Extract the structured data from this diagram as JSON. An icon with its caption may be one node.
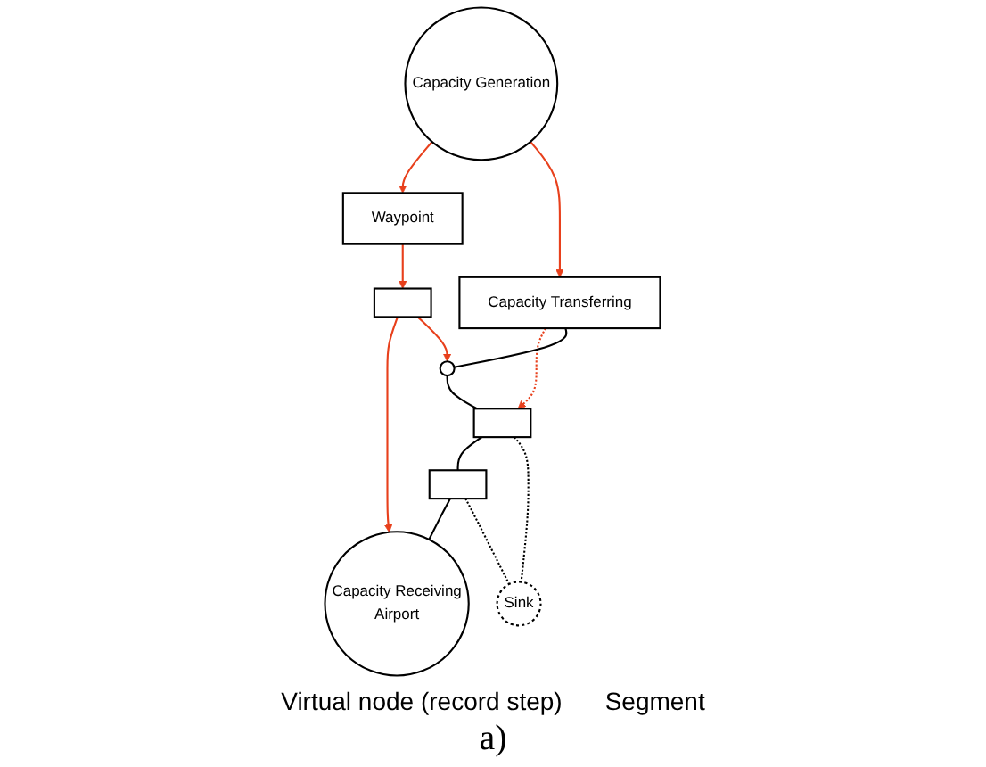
{
  "diagram": {
    "caption": "a)",
    "nodes": [
      {
        "text": [
          "Capacity Generation"
        ]
      },
      {
        "text": [
          "Waypoint"
        ]
      },
      {
        "text": [],
        "shape": "box"
      },
      {
        "text": [
          "Capacity Receiving",
          "Airport"
        ]
      },
      {
        "text": [],
        "shape": "circle"
      },
      {
        "text": [
          "Capacity Transferring"
        ]
      },
      {
        "text": [],
        "shape": "box"
      },
      {
        "text": [],
        "shape": "box"
      },
      {
        "text": [
          "Sink"
        ]
      }
    ],
    "edges": [
      {
        "from": 0,
        "to": 1,
        "arrow": "to"
      },
      {
        "from": 1,
        "to": 2,
        "arrow": "to"
      },
      {
        "from": 2,
        "to": 3,
        "arrow": "to"
      },
      {
        "from": 2,
        "to": 4,
        "arrow": "to"
      },
      {
        "from": 0,
        "to": 5,
        "arrow": "to"
      },
      {
        "from": 5,
        "to": 6,
        "arrow": "to",
        "style": "dashed"
      },
      {
        "from": 5,
        "to": 4,
        "arrow": "none",
        "color": "#000000"
      },
      {
        "from": 4,
        "to": 6,
        "arrow": "none",
        "color": "#000000"
      },
      {
        "from": 6,
        "to": 7,
        "arrow": "none",
        "color": "#000000"
      },
      {
        "from": 7,
        "to": 3,
        "arrow": "none",
        "color": "#000000"
      },
      {
        "from": 6,
        "to": 8,
        "arrow": "none",
        "style": "dashed",
        "color": "#000000"
      },
      {
        "from": 7,
        "to": 8,
        "arrow": "none",
        "style": "dashed",
        "color": "#000000"
      }
    ],
    "labels": [
      "Virtual node (record step)",
      "Segment"
    ]
  }
}
